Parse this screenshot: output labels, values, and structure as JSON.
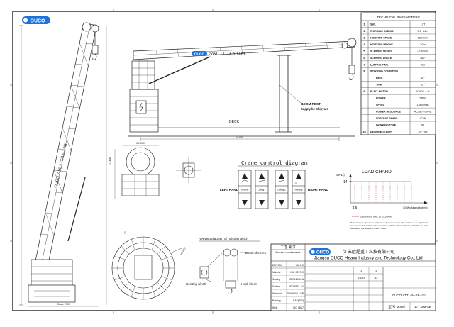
{
  "brand": {
    "logo_text": "OUCO",
    "accent": "#1e73d8",
    "company_cn": "江苏欧超重工科技有限公司",
    "company_en": "Jiangsu OUCO Heavy Industry and Technology Co., Ltd."
  },
  "crane_label": "SWL 17T/3.5-14M",
  "boom_label": "OUCO SWL 17T/3.5-14M",
  "callouts": {
    "boom_rest": "BOOM REST",
    "supplied_by": "Supply by Shipyard",
    "deck": "DECK"
  },
  "crane_control": {
    "title": "Crane control diagram",
    "left_hand": "LEFT HAND",
    "right_hand": "RIGHT HAND",
    "cells": [
      "Slewing",
      "Luffing 1",
      "Luffing 2",
      "Hoisting"
    ]
  },
  "load_chart": {
    "title": "LOAD CHARD",
    "y_label": "SWL(t)",
    "y_value": "14",
    "x_start": "3.5",
    "x_end": "14 (Working radius(m))",
    "legend": "Cargo lifting SWL 17T/3.5-14M",
    "note": "Note: Cranes operate in harbour or sheltered areas where there is no significant movement of the ship under operation and the static inclination that the sea state defined by the Beaufort scale 2 level."
  },
  "reeving": {
    "title": "Reeving diagram of hoisting winch",
    "boom_sheaves": "Boom sheaves",
    "hoisting_winch": "Hoisting winch",
    "hook_block": "Hook block"
  },
  "tech": {
    "title": "TECHNICAL PARAMETERS",
    "rows": [
      {
        "no": "1.",
        "name": "SWL",
        "value": "17T"
      },
      {
        "no": "2.",
        "name": "WORKING RADIUS",
        "value": "3.5~14m"
      },
      {
        "no": "3.",
        "name": "HOISTING SPEED",
        "value": "12m/min"
      },
      {
        "no": "4.",
        "name": "HOISTING HEIGHT",
        "value": "20m"
      },
      {
        "no": "5.",
        "name": "SLEWING SPEED",
        "value": "~0.7r/min"
      },
      {
        "no": "6.",
        "name": "SLEWING ANGLE",
        "value": "360°"
      },
      {
        "no": "7.",
        "name": "LUFFING TIME",
        "value": "60s"
      },
      {
        "no": "8.",
        "name": "WORKING CONDITION",
        "value": ""
      },
      {
        "no": "",
        "name": "HEEL",
        "value": "≤5°"
      },
      {
        "no": "",
        "name": "TRIM",
        "value": "≤2°"
      },
      {
        "no": "9.",
        "name": "ELEC. MOTOR",
        "value": "Y280S-4-H"
      },
      {
        "no": "",
        "name": "POWER",
        "value": "75kW"
      },
      {
        "no": "",
        "name": "SPEED",
        "value": "1480r/min"
      },
      {
        "no": "",
        "name": "POWER RESOURCE",
        "value": "AC380V/50HZ"
      },
      {
        "no": "",
        "name": "PROTECT CLASS",
        "value": "IP56"
      },
      {
        "no": "",
        "name": "WORKING TYPE",
        "value": "S1"
      },
      {
        "no": "10.",
        "name": "DESIGNED TEMP.",
        "value": "-20°~45°"
      }
    ]
  },
  "title_block": {
    "req_title": "工 艺 要 求",
    "req_sub": "Process requirements",
    "req_rows": [
      {
        "label": "EDP-CM",
        "value": "BA 2.0"
      },
      {
        "label": "Material",
        "value": "ISO 9817 C"
      },
      {
        "label": "Coating",
        "value": "ISO 12944 A"
      },
      {
        "label": "Surface",
        "value": "ISO 8501 A1"
      },
      {
        "label": "Standard",
        "value": "DIN 6902 1GB"
      },
      {
        "label": "Painting",
        "value": "SA2(SIS)"
      },
      {
        "label": "Weld",
        "value": "ISO 5817"
      }
    ],
    "drawing_no": "OUCO-ZTT14M-SB-V1V",
    "model_label": "型 号 Model",
    "model_value": "17T14M-SB",
    "sheet_cells": [
      "1",
      "1",
      "1:150",
      "A3"
    ]
  },
  "dims": {
    "height": "7,008",
    "base": "Basic 2000",
    "deck_span": "11,800",
    "plan_d": "Ø1,600",
    "sheave_d": "ø0-ø33"
  }
}
